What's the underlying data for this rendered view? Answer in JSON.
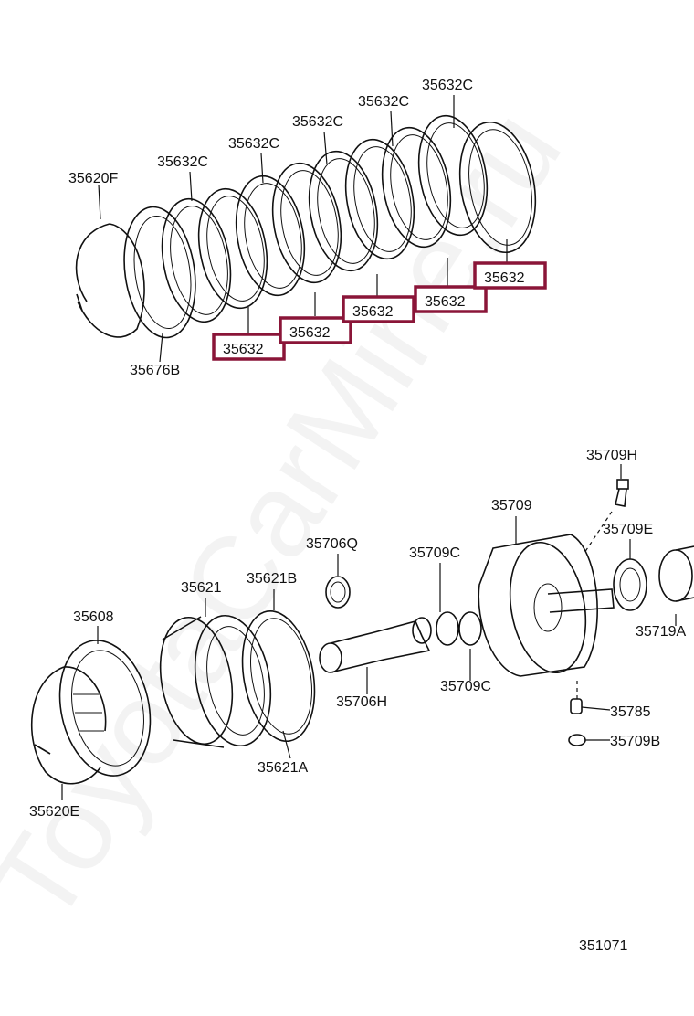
{
  "watermark": "ToyotaCarMine.ru",
  "diagram_id": "351071",
  "highlight_color": "#8a1538",
  "labels": {
    "l35620F": "35620F",
    "l35632C_1": "35632C",
    "l35632C_2": "35632C",
    "l35632C_3": "35632C",
    "l35632C_4": "35632C",
    "l35632C_5": "35632C",
    "l35676B": "35676B",
    "l35632_1": "35632",
    "l35632_2": "35632",
    "l35632_3": "35632",
    "l35632_4": "35632",
    "l35632_5": "35632",
    "l35709H": "35709H",
    "l35709": "35709",
    "l35709E": "35709E",
    "l35706Q": "35706Q",
    "l35709C_1": "35709C",
    "l35621": "35621",
    "l35621B": "35621B",
    "l35608": "35608",
    "l35719A": "35719A",
    "l35706H": "35706H",
    "l35709C_2": "35709C",
    "l35785": "35785",
    "l35709B": "35709B",
    "l35621A": "35621A",
    "l35620E": "35620E"
  }
}
